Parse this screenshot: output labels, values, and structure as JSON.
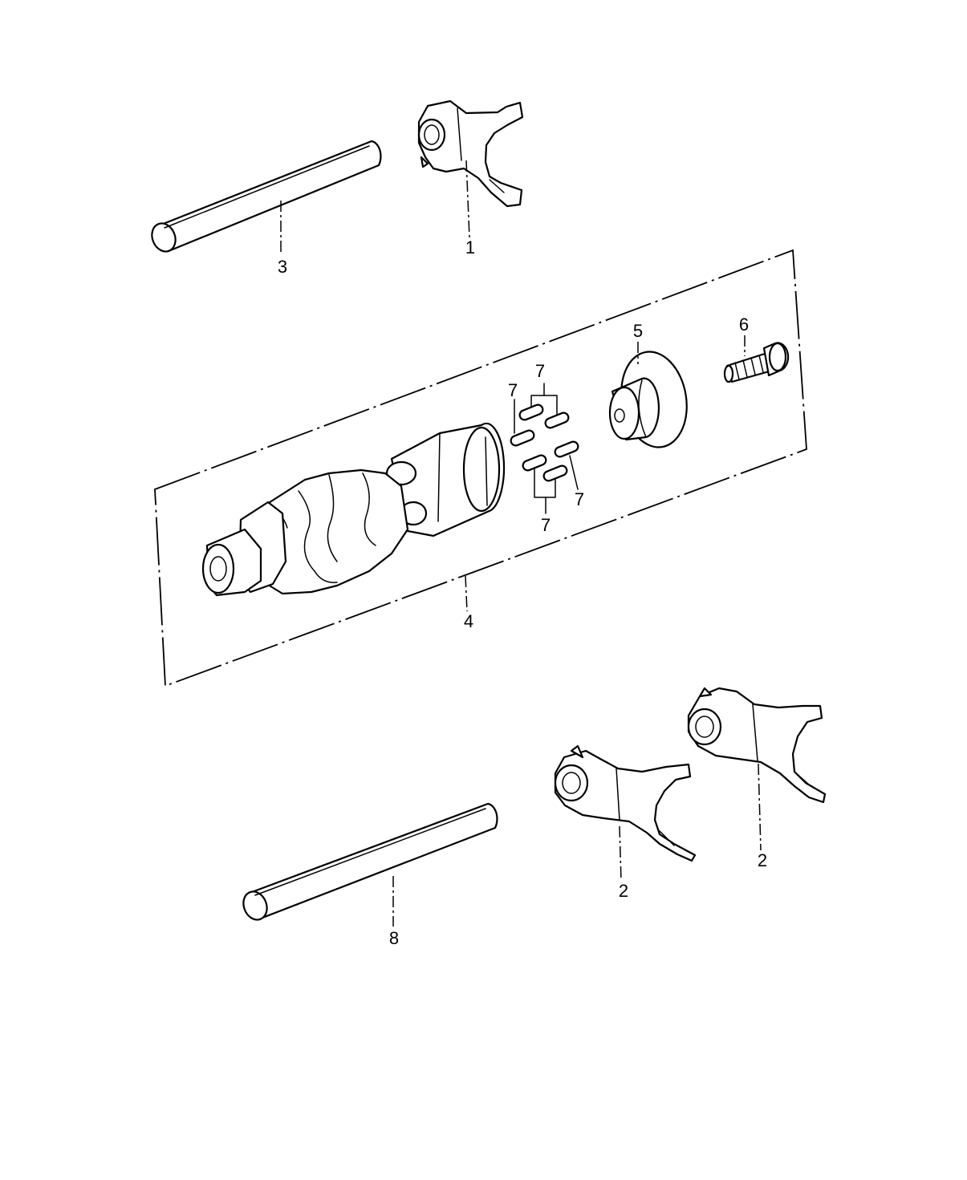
{
  "diagram": {
    "callouts": {
      "fork_top": "1",
      "fork_lower_left": "2",
      "fork_lower_right": "2",
      "rod_top": "3",
      "drum_assembly": "4",
      "cam_plate": "5",
      "bolt": "6",
      "pin_group_upper_left": "7",
      "pin_group_upper_right": "7",
      "pin_group_lower_right": "7",
      "pin_group_lower_left": "7",
      "rod_bottom": "8"
    }
  }
}
